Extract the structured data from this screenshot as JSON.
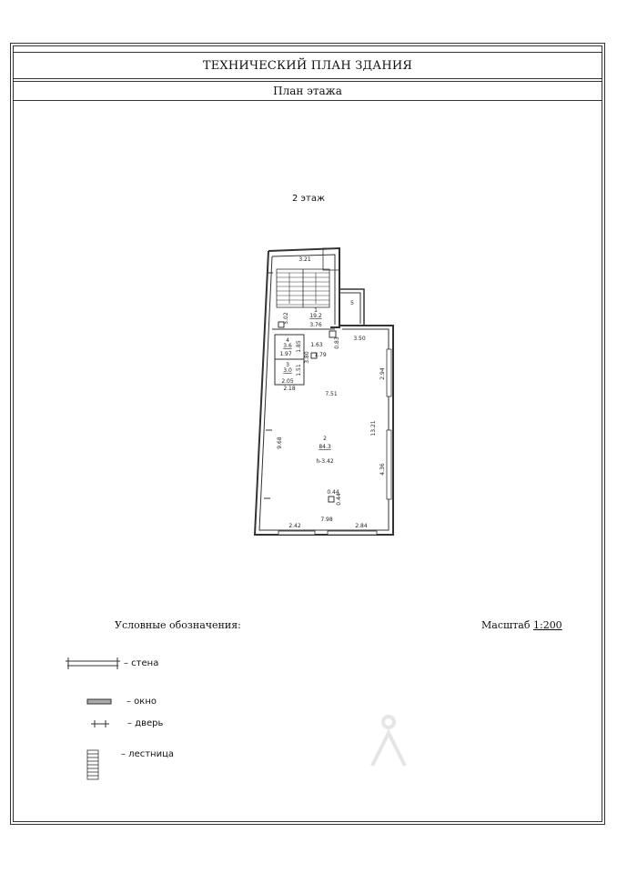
{
  "document": {
    "title": "ТЕХНИЧЕСКИЙ ПЛАН ЗДАНИЯ",
    "subtitle": "План этажа",
    "floor_label": "2 этаж"
  },
  "plan": {
    "labels": {
      "stair_width": "3.21",
      "room1_num": "1",
      "room1_area": "19.2",
      "room5_num": "5",
      "d_502": "5.02",
      "d_376": "3.76",
      "room4_num": "4",
      "room4_area": "3.6",
      "d_197": "1.97",
      "d_185": "1.85",
      "d_163": "1.63",
      "d_083": "0.83",
      "d_179": "1.79",
      "d_350": "3.50",
      "room3_num": "3",
      "room3_area": "3.0",
      "d_151": "1.51",
      "d_380": "3.80",
      "d_205": "2.05",
      "d_218": "2.18",
      "d_294": "2.94",
      "d_751": "7.51",
      "d_1321": "13.21",
      "d_968": "9.68",
      "room2_num": "2",
      "room2_area": "84.3",
      "height": "h-3.42",
      "d_436": "4.36",
      "d_044a": "0.44",
      "d_044b": "0.44",
      "d_798": "7.98",
      "d_242": "2.42",
      "d_284": "2.84"
    }
  },
  "legend": {
    "title": "Условные обозначения:",
    "scale_label": "Масштаб",
    "scale_value": "1:200",
    "items": [
      {
        "icon": "wall-symbol",
        "label": "– стена"
      },
      {
        "icon": "window-symbol",
        "label": "– окно"
      },
      {
        "icon": "door-symbol",
        "label": "– дверь"
      },
      {
        "icon": "stairs-symbol",
        "label": "– лестница"
      }
    ]
  },
  "watermark": "Циан"
}
